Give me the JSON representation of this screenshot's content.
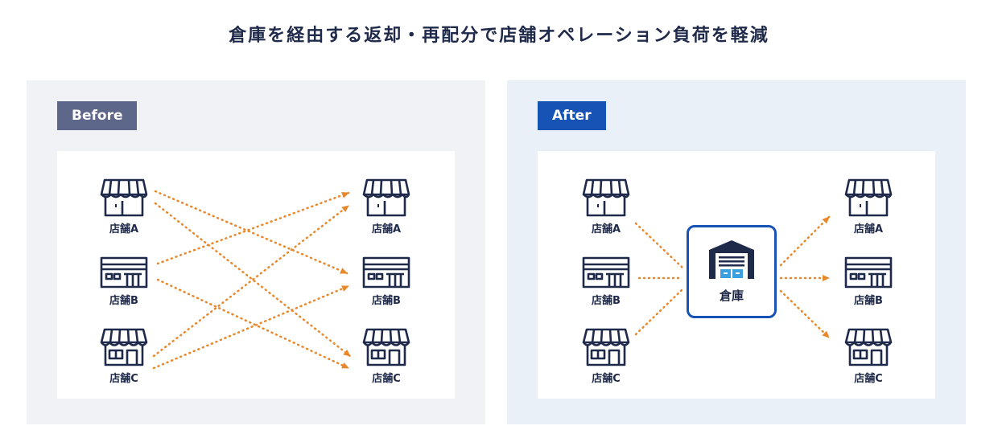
{
  "title": "倉庫を経由する返却・再配分で店舗オペレーション負荷を軽減",
  "before": {
    "tag": "Before",
    "stores_left": [
      "店舗A",
      "店舗B",
      "店舗C"
    ],
    "stores_right": [
      "店舗A",
      "店舗B",
      "店舗C"
    ]
  },
  "after": {
    "tag": "After",
    "stores_left": [
      "店舗A",
      "店舗B",
      "店舗C"
    ],
    "warehouse": "倉庫",
    "stores_right": [
      "店舗A",
      "店舗B",
      "店舗C"
    ]
  },
  "colors": {
    "navy": "#1f2a4a",
    "arrow": "#e8882a",
    "accent": "#1653b4",
    "before_tag": "#5d6789"
  },
  "icons": [
    "store-awning-icon",
    "store-shopfront-icon",
    "store-canopy-icon",
    "warehouse-icon"
  ]
}
